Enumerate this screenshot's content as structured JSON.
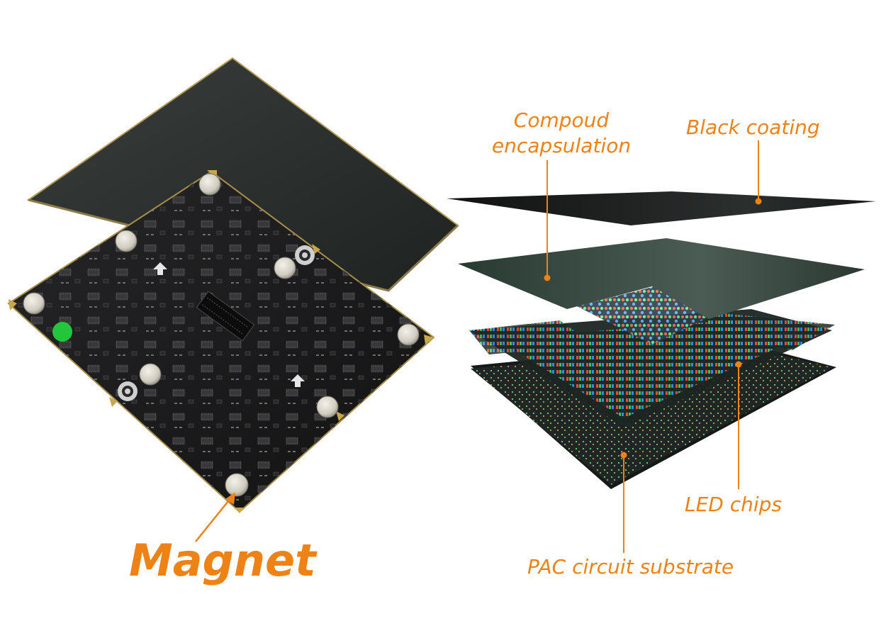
{
  "labels": {
    "compound_line1": "Compoud",
    "compound_line2": "encapsulation",
    "black_coating": "Black coating",
    "led_chips": "LED chips",
    "pac_substrate": "PAC circuit substrate",
    "magnet": "Magnet"
  },
  "colors": {
    "accent": "#ee8214",
    "board": "#1c1c1e",
    "coating": "#2a302c",
    "gold_pad": "#c8a64a"
  }
}
